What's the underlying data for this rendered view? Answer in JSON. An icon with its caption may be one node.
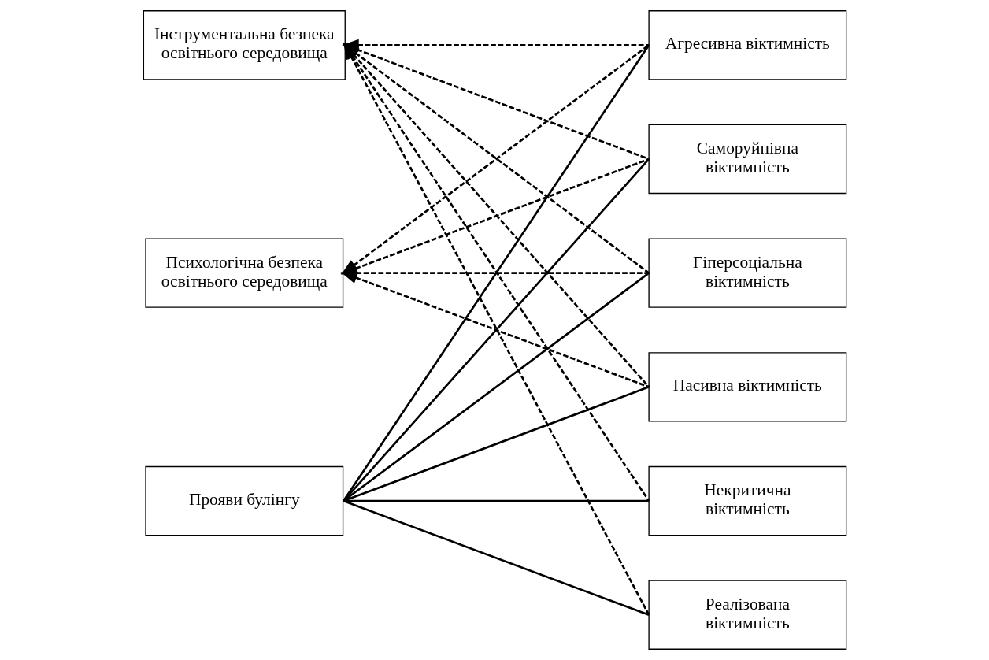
{
  "diagram": {
    "nodes": [
      {
        "text": [
          "Інструментальна безпека освітнього середовища"
        ]
      },
      {
        "text": [
          "Психологічна безпека освітнього середовища"
        ]
      },
      {
        "text": [
          "Прояви булінгу"
        ]
      },
      {
        "text": [
          "Агресивна віктимність"
        ]
      },
      {
        "text": [
          "Саморуйнівна віктимність"
        ]
      },
      {
        "text": [
          "Гіперсоціальна віктимність"
        ]
      },
      {
        "text": [
          "Пасивна віктимність"
        ]
      },
      {
        "text": [
          "Некритична віктимність"
        ]
      },
      {
        "text": [
          "Реалізована віктимність"
        ]
      }
    ],
    "edges": [
      {
        "from": 3,
        "to": 0,
        "arrow": "to",
        "style": "dashed"
      },
      {
        "from": 4,
        "to": 0,
        "arrow": "to",
        "style": "dashed"
      },
      {
        "from": 5,
        "to": 0,
        "arrow": "to",
        "style": "dashed"
      },
      {
        "from": 6,
        "to": 0,
        "arrow": "to",
        "style": "dashed"
      },
      {
        "from": 7,
        "to": 0,
        "arrow": "to",
        "style": "dashed"
      },
      {
        "from": 8,
        "to": 0,
        "arrow": "to",
        "style": "dashed"
      },
      {
        "from": 3,
        "to": 1,
        "arrow": "to",
        "style": "dashed"
      },
      {
        "from": 4,
        "to": 1,
        "arrow": "to",
        "style": "dashed"
      },
      {
        "from": 5,
        "to": 1,
        "arrow": "to",
        "style": "dashed"
      },
      {
        "from": 6,
        "to": 1,
        "arrow": "to",
        "style": "dashed"
      },
      {
        "from": 2,
        "to": 3,
        "arrow": "none"
      },
      {
        "from": 2,
        "to": 4,
        "arrow": "none"
      },
      {
        "from": 2,
        "to": 5,
        "arrow": "none"
      },
      {
        "from": 2,
        "to": 6,
        "arrow": "none"
      },
      {
        "from": 2,
        "to": 7,
        "arrow": "none"
      },
      {
        "from": 2,
        "to": 8,
        "arrow": "none"
      }
    ]
  }
}
